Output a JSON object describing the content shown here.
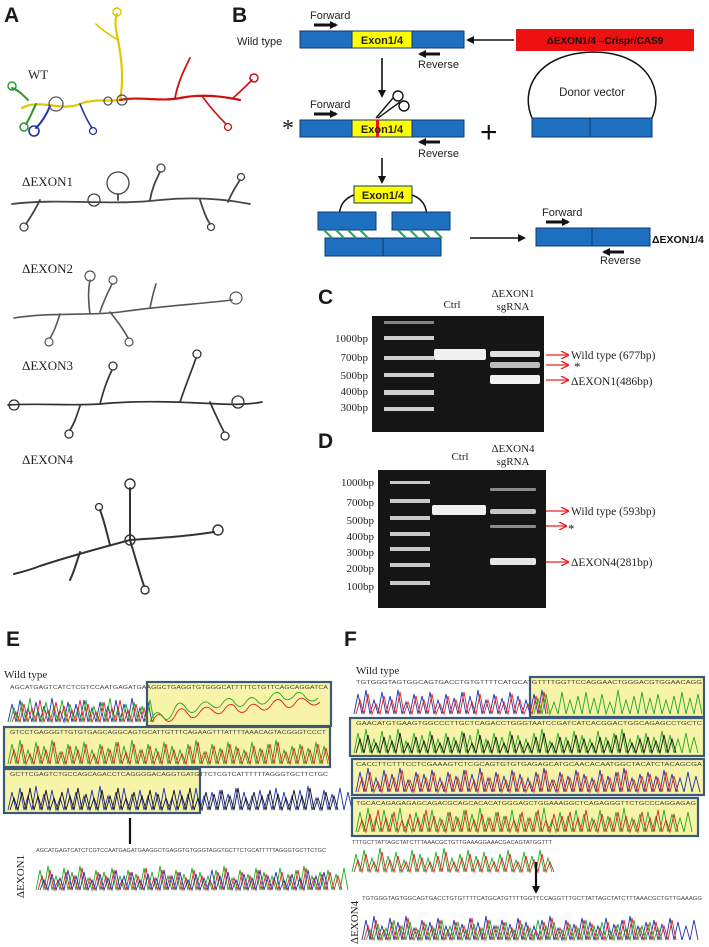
{
  "panels": {
    "A": {
      "letter": "A",
      "labels": [
        "WT",
        "ΔEXON1",
        "ΔEXON2",
        "ΔEXON3",
        "ΔEXON4"
      ]
    },
    "B": {
      "letter": "B",
      "forward": "Forward",
      "reverse": "Reverse",
      "wild_type": "Wild type",
      "exon": "Exon1/4",
      "crispr": "ΔEXON1/4 –Crispr/CAS9",
      "donor": "Donor vector",
      "result": "ΔEXON1/4",
      "star": "*",
      "plus": "+"
    },
    "C": {
      "letter": "C",
      "ctrl": "Ctrl",
      "sample_line1": "ΔEXON1",
      "sample_line2": "sgRNA",
      "ladder": [
        "1000bp",
        "700bp",
        "500bp",
        "400bp",
        "300bp"
      ],
      "bands": [
        "Wild type (677bp)",
        "*",
        "ΔEXON1(486bp)"
      ]
    },
    "D": {
      "letter": "D",
      "ctrl": "Ctrl",
      "sample_line1": "ΔEXON4",
      "sample_line2": "sgRNA",
      "ladder": [
        "1000bp",
        "700bp",
        "500bp",
        "400bp",
        "300bp",
        "200bp",
        "100bp"
      ],
      "bands": [
        "Wild type (593bp)",
        "*",
        "ΔEXON4(281bp)"
      ]
    },
    "E": {
      "letter": "E",
      "wild_type": "Wild type",
      "deletion": "ΔEXON1",
      "seq_rows": [
        "AGCATGAGTCATCTCGTCCAATGAGATGAAGGCTGAGGTGTGGGCATTTTTCTGTTCAGCAGGATCA",
        "GTCCTGAGGGTTGTGTGAGCAGGCAGTGCATTGTTTCAGAAGTTTATTTTAAACAGTACGGGTCCCT",
        "GCTTCGAGTCTGCCAGCAGACCTCAGGGGACAGGTGATGTTCTCGTCATTTTTTAGGGTGCTTCTGC"
      ],
      "deletion_seq": "AGCATGAGTCATCTCGTCCAATGAGATGAAGGCTGAGGTGTGGGTAGGTGCTTCTGCATTTTTAGGGTGCTTCTGC"
    },
    "F": {
      "letter": "F",
      "wild_type": "Wild type",
      "deletion": "ΔEXON4",
      "seq_rows": [
        "TGTGGGTAGTGGCAGTGACCTGTGTTTTCATGCATGTTTTGGTTCCAGGAACTGGGACGTGGAACAGG",
        "GAACATGTGAAGTGGCCCTTGCTCAGACCTGGGTAATCCGATCATCACGGACTGGCAGAGCCTGCTC",
        "CACCTTCTTTCCTCGAAAGTCTCGCAGTGTGTGAGAGCATGCAACACAATGGCTACATCTACAGCGA",
        "TGCACAGAGAGAGCAGACGCAGCACACATGGGAGCTGGAAAGGCTCAGAGGGTTCTGCCCAGGAGAG",
        "TTTGCTTATTAGCTATCTTTAAACGCTGTTGAAAGGAAACGACAGTATGGTTT"
      ],
      "deletion_seq": "TGTGGGTAGTGGCAGTGACCTGTGTTTTCATGCATGTTTTGGTTCCAGGTTTGCTTATTAGCTATCTTTAAACGCTGTTGAAAGG"
    }
  },
  "colors": {
    "exon_yellow": "#ffff00",
    "segment_blue": "#1f6fc0",
    "crispr_red": "#ee1111",
    "arrow_red": "#ee2222",
    "seq_box": "#3a5a78",
    "highlight": "#f7f3a8",
    "gel": "#151515"
  }
}
